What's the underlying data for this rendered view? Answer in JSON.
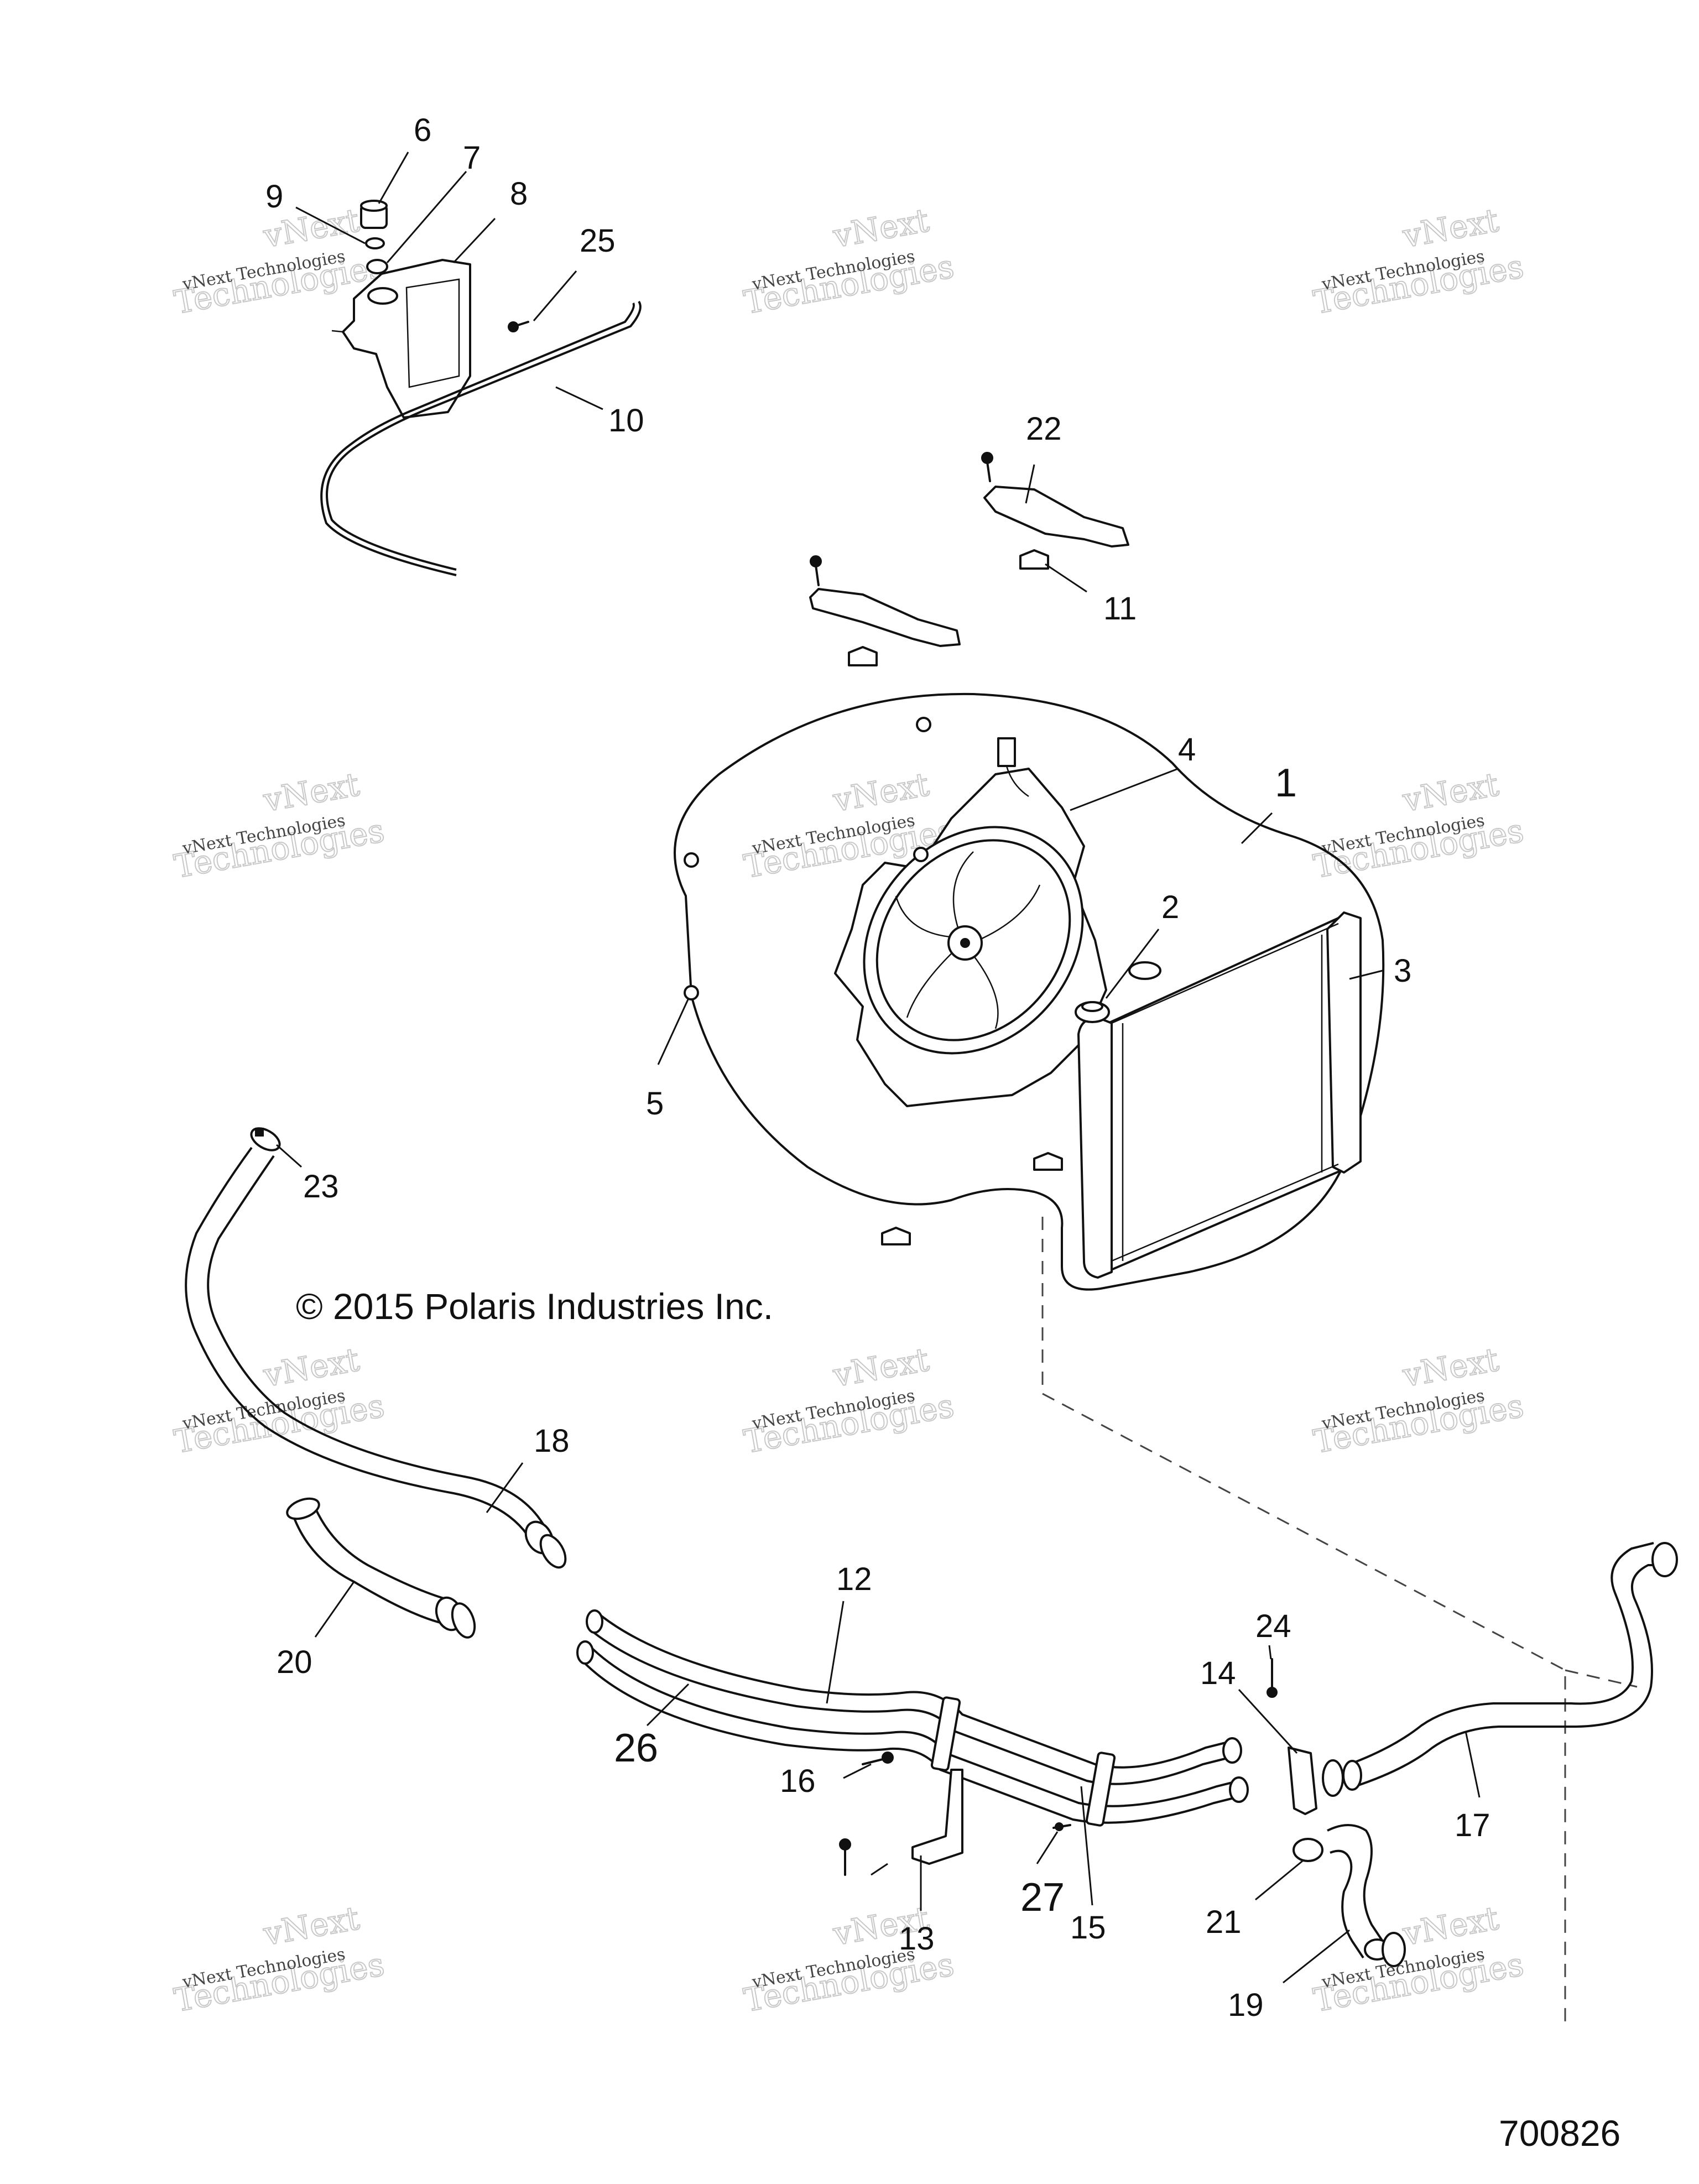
{
  "callouts": {
    "c1": "1",
    "c2": "2",
    "c3": "3",
    "c4": "4",
    "c5": "5",
    "c6": "6",
    "c7": "7",
    "c8": "8",
    "c9": "9",
    "c10": "10",
    "c11": "11",
    "c12": "12",
    "c13": "13",
    "c14": "14",
    "c15": "15",
    "c16": "16",
    "c17": "17",
    "c18": "18",
    "c19": "19",
    "c20": "20",
    "c21": "21",
    "c22": "22",
    "c23": "23",
    "c24": "24",
    "c25": "25",
    "c26": "26",
    "c27": "27"
  },
  "watermark": {
    "small": "vNext Technologies",
    "big_top": "vNext",
    "big_bottom": "Technologies"
  },
  "copyright": "© 2015 Polaris Industries Inc.",
  "document_number": "700826"
}
